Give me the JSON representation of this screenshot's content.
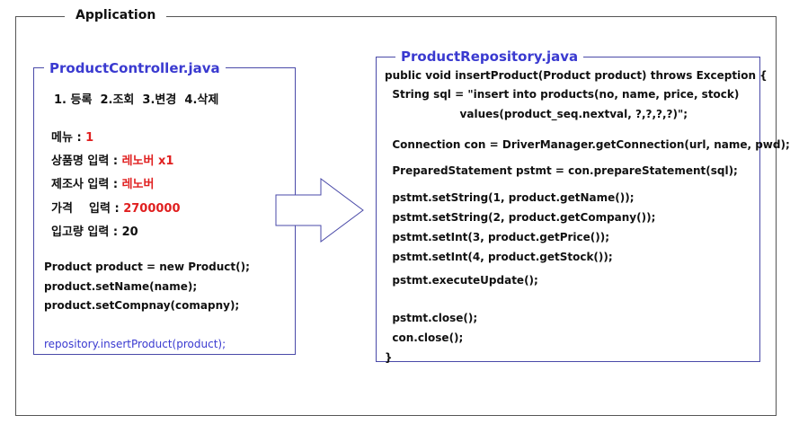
{
  "app_title": "Application",
  "controller": {
    "title": "ProductController.java",
    "menu_line": "1. 등록  2.조회  3.변경  4.삭제",
    "fields": [
      {
        "label": "메뉴 : ",
        "value": "1"
      },
      {
        "label": "상품명 입력 : ",
        "value": "레노버 x1"
      },
      {
        "label": "제조사 입력 : ",
        "value": "레노버"
      },
      {
        "label": "가격    입력 : ",
        "value": "2700000"
      },
      {
        "label": "입고량 입력 : ",
        "value": "20"
      }
    ],
    "code": [
      "Product product = new Product();",
      "product.setName(name);",
      "product.setCompnay(comapny);"
    ],
    "call": "repository.insertProduct(product);"
  },
  "repository": {
    "title": "ProductRepository.java",
    "code": [
      "public void insertProduct(Product product) throws Exception {",
      "  String sql = \"insert into products(no, name, price, stock)",
      "                    values(product_seq.nextval, ?,?,?,?)\";",
      "  Connection con = DriverManager.getConnection(url, name, pwd);",
      "  PreparedStatement pstmt = con.prepareStatement(sql);",
      "  pstmt.setString(1, product.getName());",
      "  pstmt.setString(2, product.getCompany());",
      "  pstmt.setInt(3, product.getPrice());",
      "  pstmt.setInt(4, product.getStock());",
      "  pstmt.executeUpdate();",
      "  pstmt.close();",
      "  con.close();",
      "}"
    ]
  },
  "colors": {
    "title_blue": "#3a3ad0",
    "value_red": "#e02020",
    "border": "#4a4aa8"
  }
}
